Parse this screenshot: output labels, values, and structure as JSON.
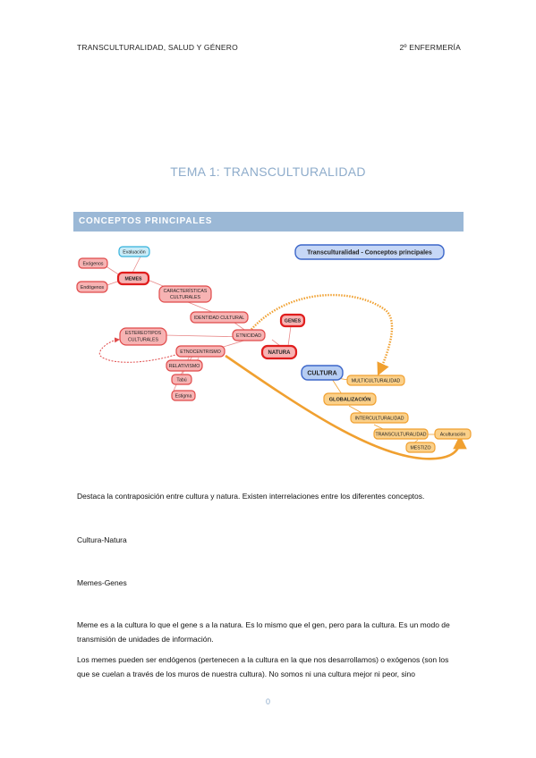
{
  "header": {
    "left": "TRANSCULTURALIDAD, SALUD Y GÉNERO",
    "right": "2º ENFERMERÍA"
  },
  "title": "TEMA 1: TRANSCULTURALIDAD",
  "section_banner": "CONCEPTOS PRINCIPALES",
  "concept_map": {
    "title": "Transculturalidad - Conceptos principales",
    "nodes": {
      "evaluacion": "Evaluación",
      "exogenos": "Exógenos",
      "memes": "MEMES",
      "endogenos": "Endógenos",
      "caracteristicas_1": "CARACTERÍSTICAS",
      "caracteristicas_2": "CULTURALES",
      "identidad": "IDENTIDAD CULTURAL",
      "genes": "GENES",
      "estereotipos_1": "ESTEREOTIPOS",
      "estereotipos_2": "CULTURALES",
      "etnicidad": "ETNICIDAD",
      "natura": "NATURA",
      "etnocentrismo": "ETNOCENTRISMO",
      "relativismo": "RELATIVISMO",
      "cultura": "CULTURA",
      "tabu": "Tabú",
      "estigma": "Estigma",
      "multiculturalidad": "MULTICULTURALIDAD",
      "globalizacion": "GLOBALIZACIÓN",
      "interculturalidad": "INTERCULTURALIDAD",
      "transculturalidad": "TRANSCULTURALIDAD",
      "aculturacion": "Aculturación",
      "mestizo": "MESTIZO"
    }
  },
  "paragraphs": {
    "p1": "Destaca la contraposición entre cultura y natura. Existen interrelaciones entre los diferentes conceptos.",
    "p2": "Cultura-Natura",
    "p3": "Memes-Genes",
    "p4": "Meme es a la cultura lo que el gene s a la natura. Es lo mismo que el gen, pero para la cultura. Es un modo de transmisión de unidades de información.",
    "p5": "Los memes pueden ser endógenos (pertenecen a la cultura en la que nos desarrollamos) o exógenos (son los que se cuelan a través de los muros de nuestra cultura). No somos ni una cultura mejor ni peor, sino"
  },
  "page_number": "0",
  "colors": {
    "title_blue": "#8eaccb",
    "banner_blue": "#9bb8d6",
    "node_red": "#f7b3b3",
    "node_orange": "#fbd089",
    "node_blue": "#b6cdf3",
    "arrow_orange": "#f0a030",
    "arrow_red": "#e04a4a"
  }
}
